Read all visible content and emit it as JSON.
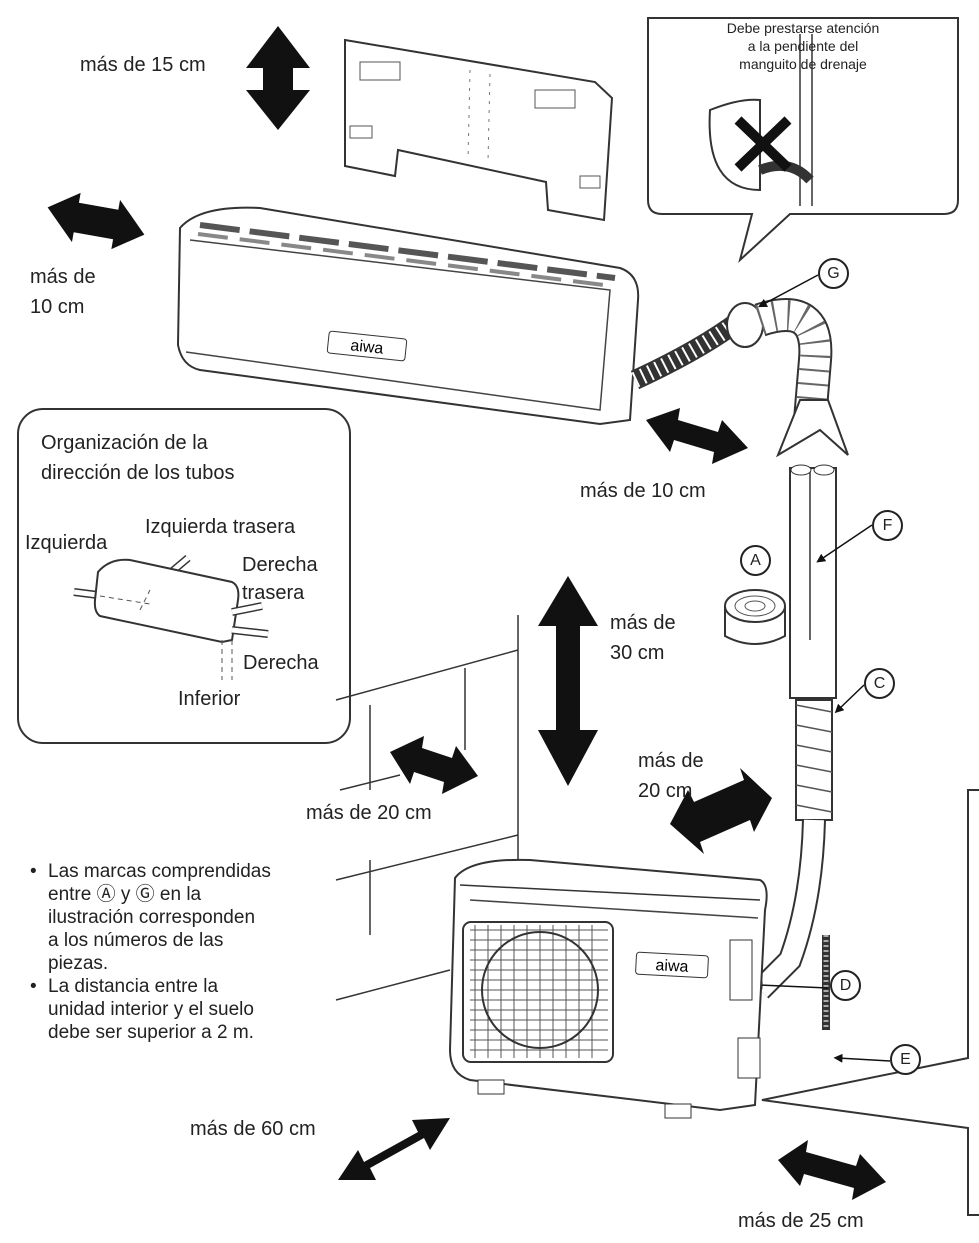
{
  "spacing": {
    "top": "más de 15 cm",
    "left_1": "más de",
    "left_2": "10 cm",
    "right": "más de 10 cm",
    "above_outdoor_1": "más de",
    "above_outdoor_2": "30 cm",
    "front_outdoor_1": "más de",
    "front_outdoor_2": "20 cm",
    "wall_side": "más de 20 cm",
    "front_bottom": "más de 60 cm",
    "rear_bottom": "más de 25 cm"
  },
  "callout": {
    "line1": "Debe prestarse atención",
    "line2": "a la pendiente del",
    "line3": "manguito de drenaje"
  },
  "pipe_directions": {
    "title1": "Organización de la",
    "title2": "dirección de los tubos",
    "left": "Izquierda",
    "left_rear": "Izquierda trasera",
    "right_rear_1": "Derecha",
    "right_rear_2": "trasera",
    "right": "Derecha",
    "bottom": "Inferior"
  },
  "parts": {
    "A": "A",
    "C": "C",
    "D": "D",
    "E": "E",
    "F": "F",
    "G": "G"
  },
  "brand": "aiwa",
  "notes": {
    "n1_l1": "Las marcas comprendidas",
    "n1_l2": "entre Ⓐ y Ⓖ en la",
    "n1_l3": "ilustración corresponden",
    "n1_l4": "a los números de las",
    "n1_l5": "piezas.",
    "n2_l1": "La distancia entre la",
    "n2_l2": "unidad interior y el suelo",
    "n2_l3": "debe ser superior a 2 m."
  }
}
